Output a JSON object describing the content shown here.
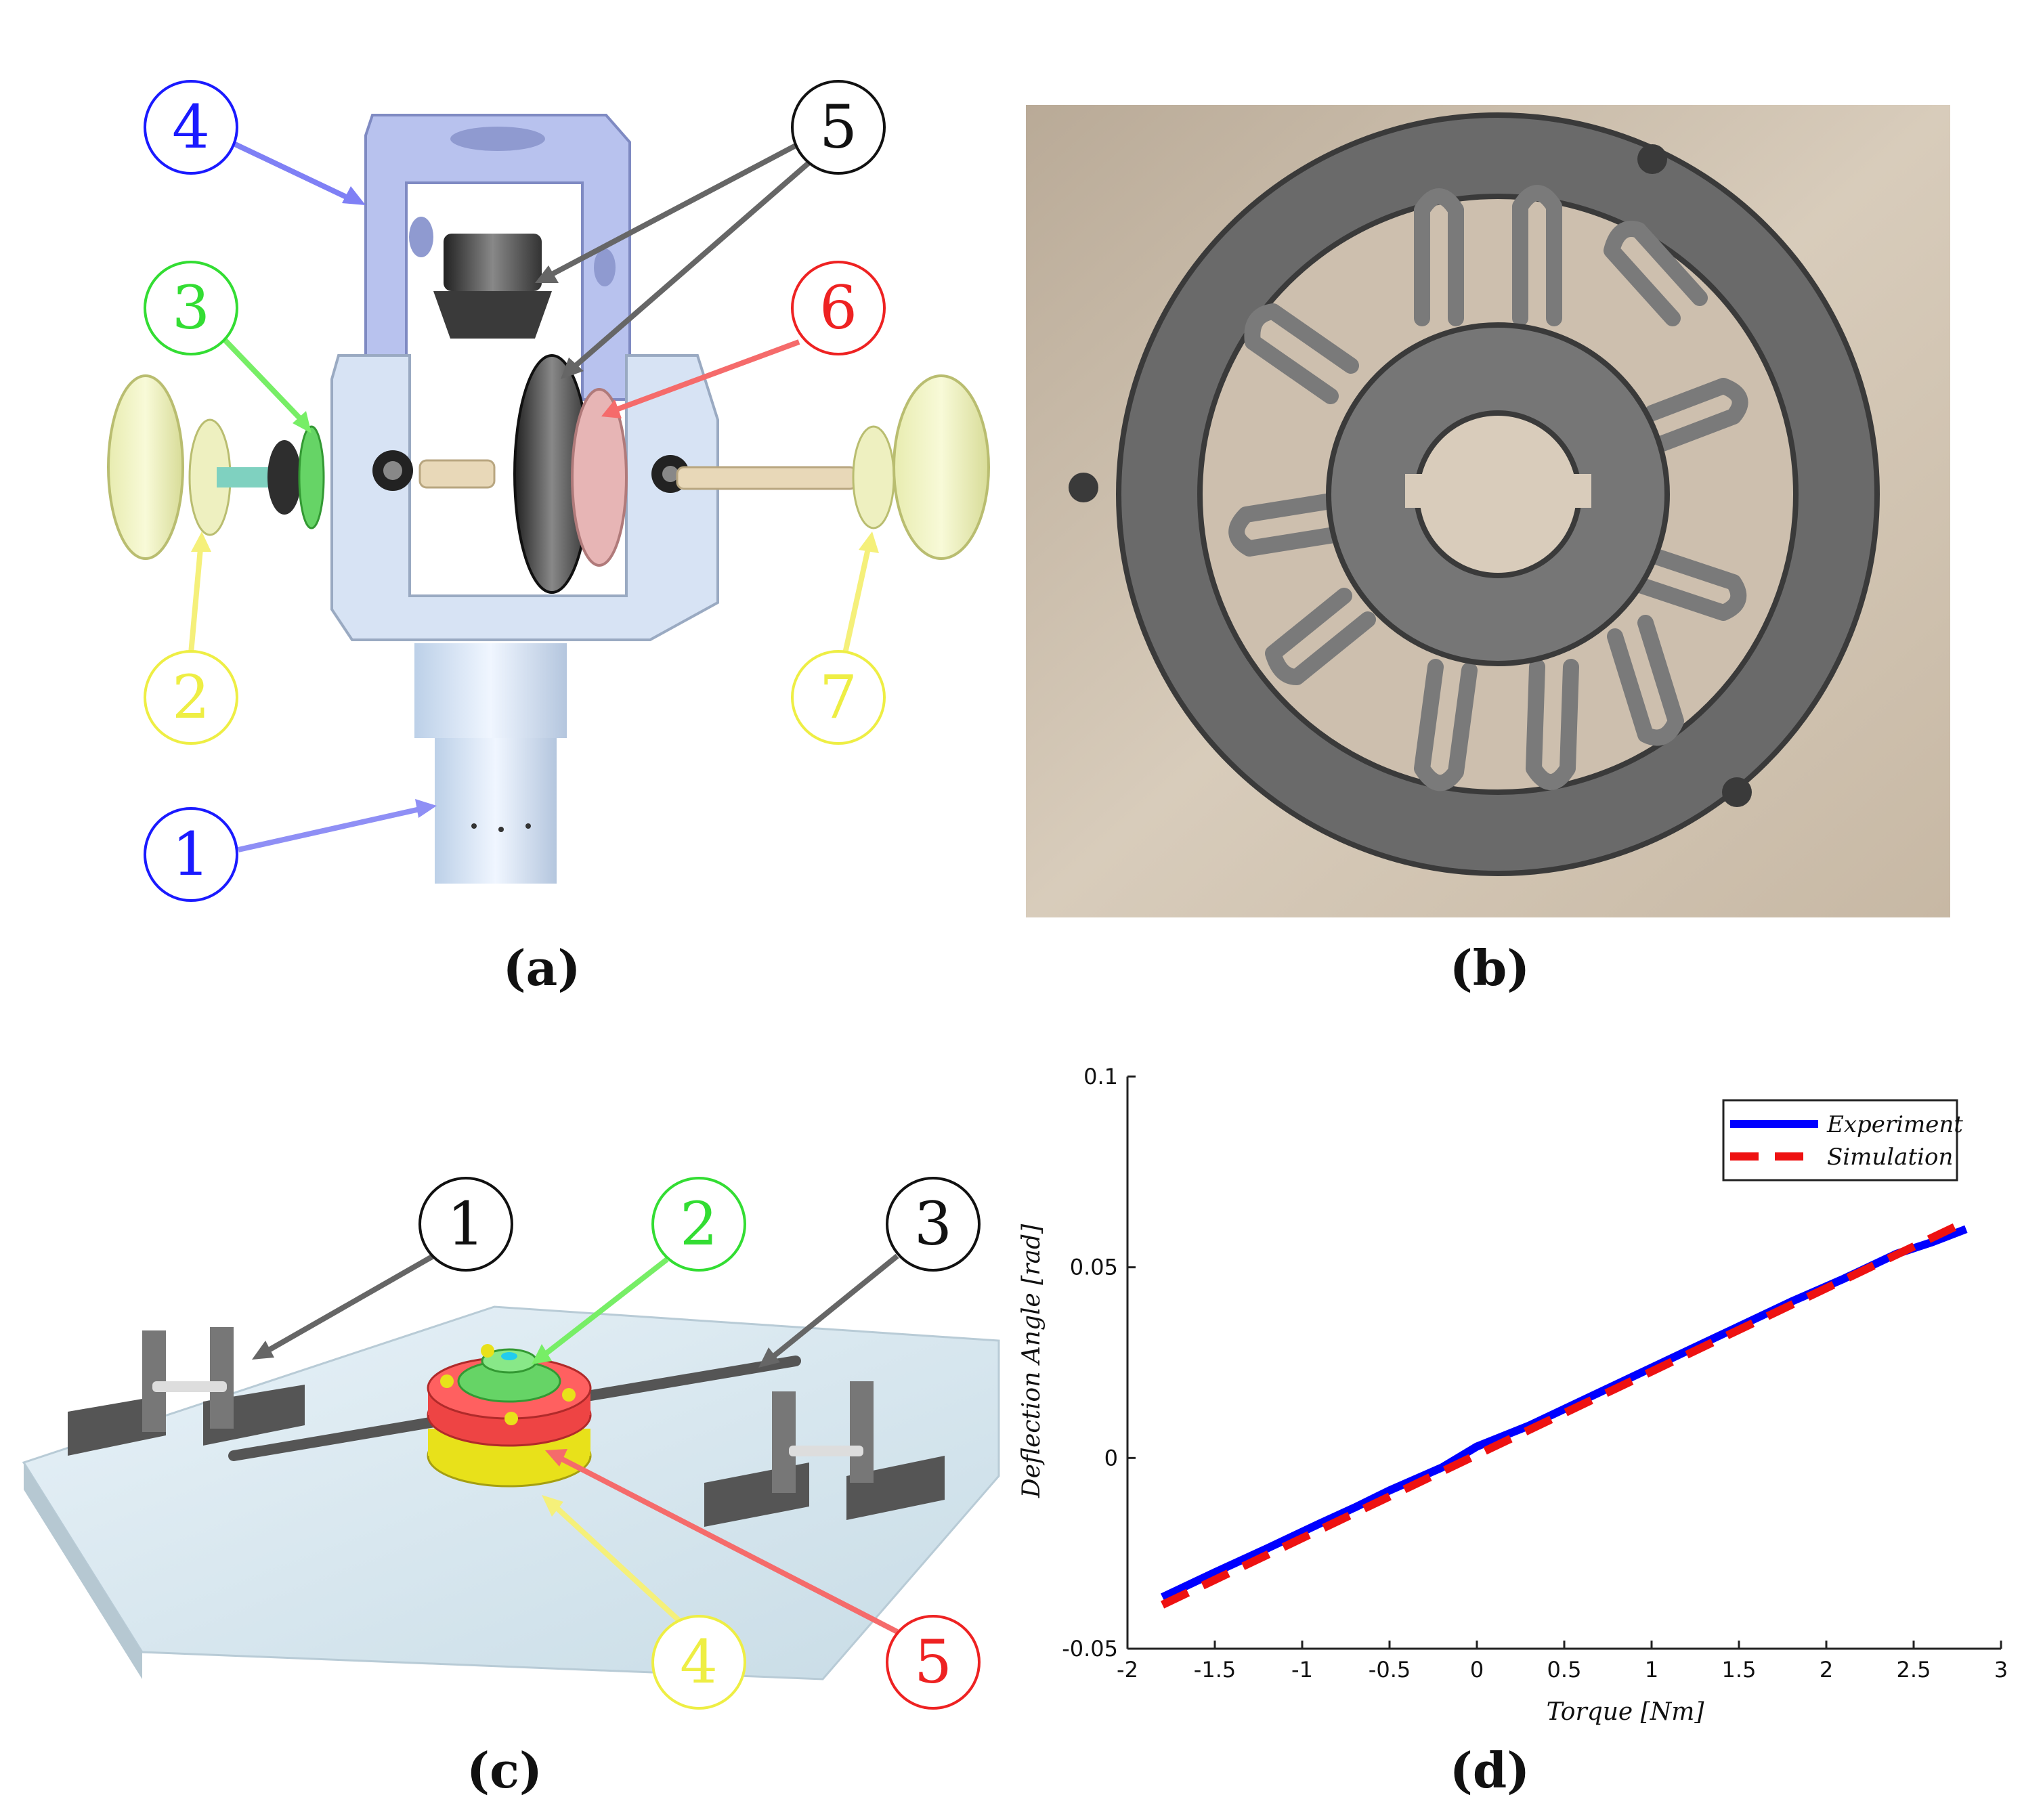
{
  "captions": {
    "a": "(a)",
    "b": "(b)",
    "c": "(c)",
    "d": "(d)"
  },
  "panel_a": {
    "callouts": [
      {
        "label": "4",
        "color": "#1a1aff"
      },
      {
        "label": "5",
        "color": "#111111"
      },
      {
        "label": "3",
        "color": "#33dd33"
      },
      {
        "label": "6",
        "color": "#ee2222"
      },
      {
        "label": "2",
        "color": "#eeee44"
      },
      {
        "label": "7",
        "color": "#eeee44"
      },
      {
        "label": "1",
        "color": "#1a1aff"
      }
    ]
  },
  "panel_c": {
    "callouts": [
      {
        "label": "1",
        "color": "#111111"
      },
      {
        "label": "2",
        "color": "#33dd33"
      },
      {
        "label": "3",
        "color": "#111111"
      },
      {
        "label": "4",
        "color": "#eeee44"
      },
      {
        "label": "5",
        "color": "#ee2222"
      }
    ]
  },
  "chart_data": {
    "type": "line",
    "xlabel": "Torque [Nm]",
    "ylabel": "Deflection Angle [rad]",
    "xlim": [
      -2,
      3
    ],
    "ylim": [
      -0.05,
      0.1
    ],
    "x_ticks": [
      "-2",
      "-1.5",
      "-1",
      "-0.5",
      "0",
      "0.5",
      "1",
      "1.5",
      "2",
      "2.5",
      "3"
    ],
    "y_ticks": [
      "-0.05",
      "0",
      "0.05",
      "0.1"
    ],
    "grid": false,
    "legend_position": "top-right",
    "series": [
      {
        "name": "Experiment",
        "color": "#0000ff",
        "style": "solid",
        "x": [
          -1.8,
          -1.5,
          -1.2,
          -0.9,
          -0.7,
          -0.5,
          -0.2,
          0.0,
          0.3,
          0.6,
          0.9,
          1.2,
          1.5,
          1.8,
          2.1,
          2.4,
          2.6,
          2.8
        ],
        "y": [
          -0.0365,
          -0.03,
          -0.0237,
          -0.0172,
          -0.013,
          -0.0085,
          -0.0025,
          0.003,
          0.0085,
          0.015,
          0.0215,
          0.028,
          0.0345,
          0.041,
          0.047,
          0.0535,
          0.0565,
          0.06
        ]
      },
      {
        "name": "Simulation",
        "color": "#ee1111",
        "style": "dashed",
        "x": [
          -1.8,
          2.8
        ],
        "y": [
          -0.0385,
          0.062
        ]
      }
    ]
  }
}
